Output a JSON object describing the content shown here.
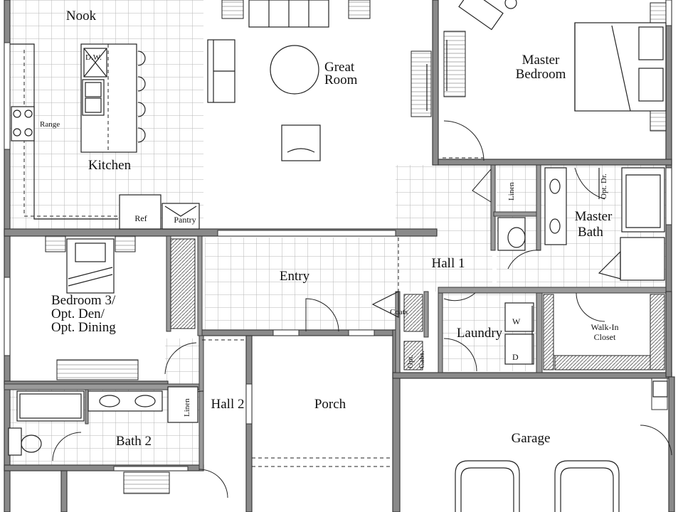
{
  "rooms": {
    "nook": "Nook",
    "kitchen": "Kitchen",
    "great_room_1": "Great",
    "great_room_2": "Room",
    "master_bedroom_1": "Master",
    "master_bedroom_2": "Bedroom",
    "master_bath_1": "Master",
    "master_bath_2": "Bath",
    "bedroom3_1": "Bedroom 3/",
    "bedroom3_2": "Opt. Den/",
    "bedroom3_3": "Opt. Dining",
    "entry": "Entry",
    "hall1": "Hall 1",
    "hall2": "Hall 2",
    "laundry": "Laundry",
    "walkin_1": "Walk-In",
    "walkin_2": "Closet",
    "porch": "Porch",
    "garage": "Garage",
    "bath2": "Bath 2"
  },
  "fixtures": {
    "range": "Range",
    "dw": "D.W.",
    "ref": "Ref",
    "pantry": "Pantry",
    "linen_master": "Linen",
    "linen_hall": "Linen",
    "opt_dr": "Opt. Dr.",
    "coats": "Coats",
    "opt_cabs_1": "Opt.",
    "opt_cabs_2": "Cabs.",
    "washer": "W",
    "dryer": "D"
  }
}
